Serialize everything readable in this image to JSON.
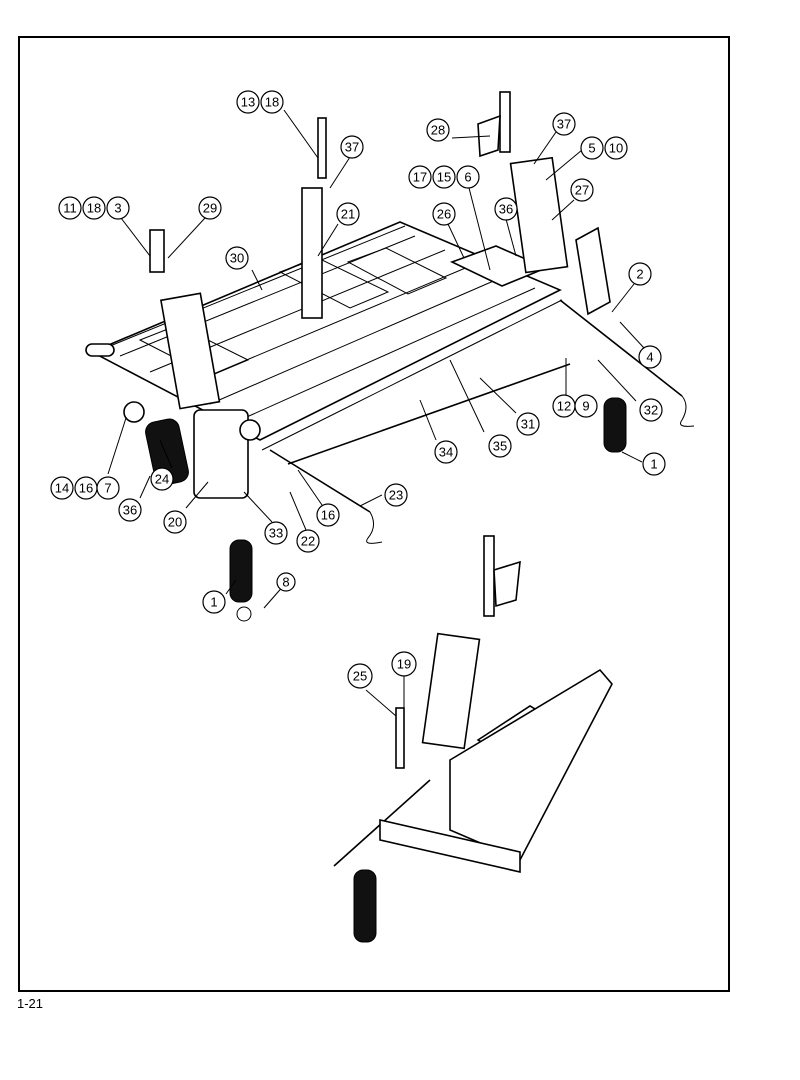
{
  "page": {
    "number": "1-21"
  },
  "callouts": {
    "c1": [
      "13",
      "18"
    ],
    "c2": [
      "37"
    ],
    "c3": [
      "28"
    ],
    "c4": [
      "37"
    ],
    "c5": [
      "5",
      "10"
    ],
    "c6": [
      "17",
      "15",
      "6"
    ],
    "c7": [
      "11",
      "18",
      "3"
    ],
    "c8": [
      "29"
    ],
    "c9": [
      "21"
    ],
    "c10": [
      "26"
    ],
    "c11": [
      "36"
    ],
    "c12": [
      "27"
    ],
    "c13": [
      "30"
    ],
    "c14": [
      "2"
    ],
    "c15": [
      "4"
    ],
    "c16": [
      "12",
      "9"
    ],
    "c17": [
      "32"
    ],
    "c18": [
      "31"
    ],
    "c19": [
      "35"
    ],
    "c20": [
      "34"
    ],
    "c21": [
      "1"
    ],
    "c22": [
      "14",
      "16",
      "7"
    ],
    "c23": [
      "24"
    ],
    "c24": [
      "36"
    ],
    "c25": [
      "20"
    ],
    "c26": [
      "33"
    ],
    "c27": [
      "22"
    ],
    "c28": [
      "16"
    ],
    "c29": [
      "23"
    ],
    "c30": [
      "1"
    ],
    "c31": [
      "8"
    ],
    "c32": [
      "25"
    ],
    "c33": [
      "19"
    ]
  }
}
